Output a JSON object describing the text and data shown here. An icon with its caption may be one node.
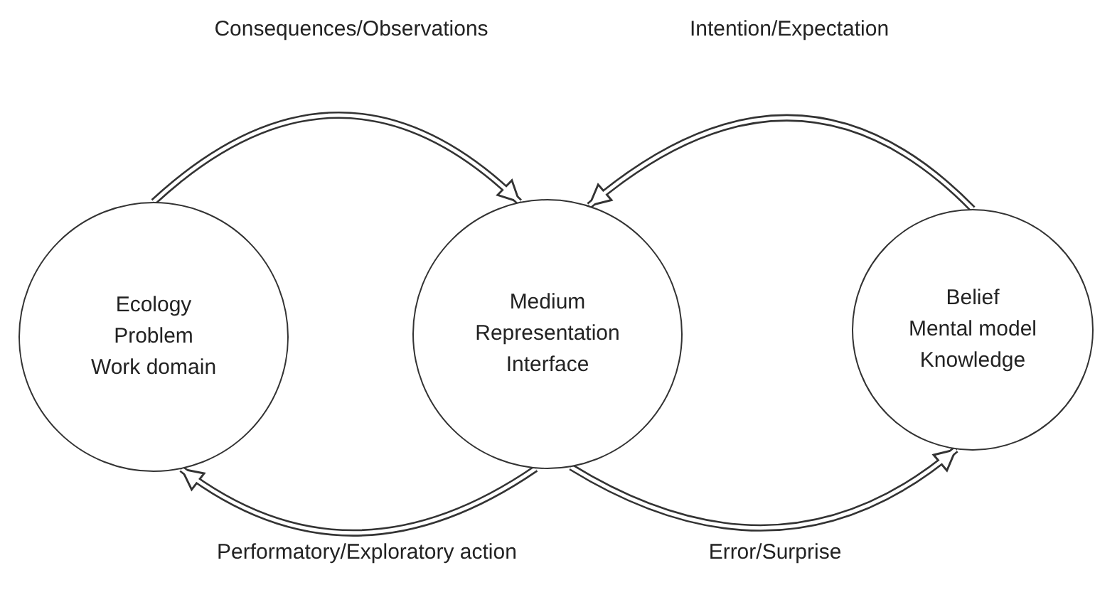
{
  "diagram": {
    "nodes": [
      {
        "text": [
          "Ecology",
          "Problem",
          "Work domain"
        ]
      },
      {
        "text": [
          "Medium",
          "Representation",
          "Interface"
        ]
      },
      {
        "text": [
          "Belief",
          "Mental model",
          "Knowledge"
        ]
      }
    ],
    "edges": [
      {
        "from": 0,
        "to": 1,
        "arrow": "to",
        "label": "Consequences/Observations"
      },
      {
        "from": 2,
        "to": 1,
        "arrow": "to",
        "label": "Intention/Expectation"
      },
      {
        "from": 1,
        "to": 0,
        "arrow": "to",
        "label": "Performatory/Exploratory action"
      },
      {
        "from": 1,
        "to": 2,
        "arrow": "to",
        "label": "Error/Surprise"
      }
    ]
  }
}
